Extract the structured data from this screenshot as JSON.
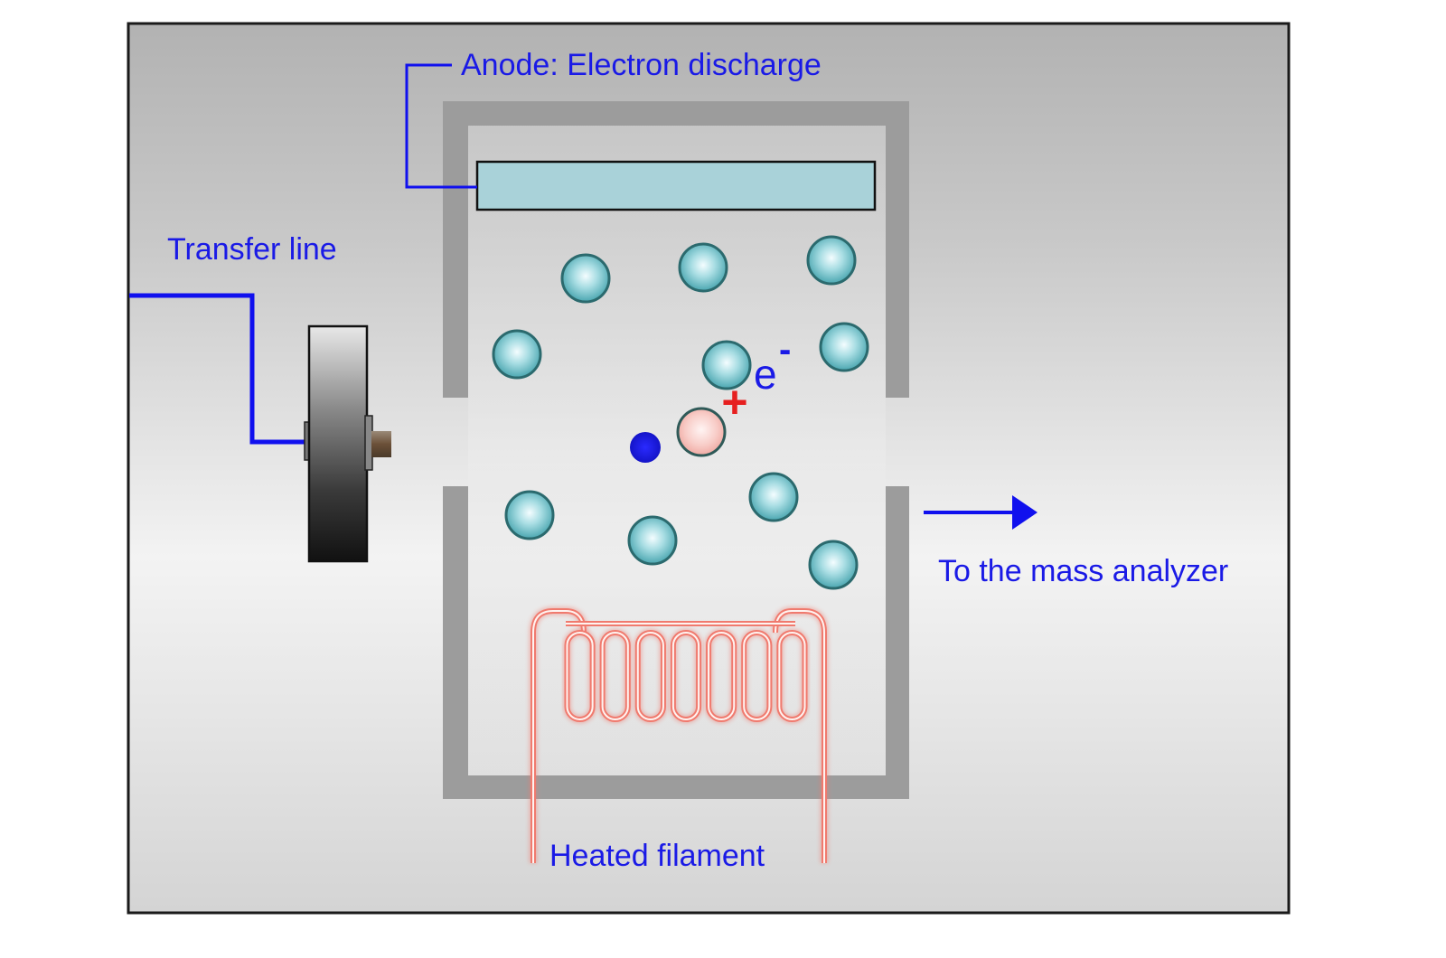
{
  "diagram": {
    "title": "Electron ionization source",
    "labels": {
      "anode": "Anode: Electron discharge",
      "transfer_line": "Transfer line",
      "mass_analyzer": "To the mass analyzer",
      "filament": "Heated filament",
      "electron_symbol": "e",
      "electron_charge": "-",
      "ion_charge": "+"
    },
    "colors": {
      "label_blue": "#1a1ae6",
      "line_blue": "#1010ee",
      "chamber_wall": "#9c9c9c",
      "anode_fill": "#a9d2d9",
      "molecule": "#5fb6bf",
      "ion": "#f7c4c0",
      "electron": "#1a1ae6",
      "filament": "#f07a6e",
      "charge_red": "#e62020"
    },
    "components": {
      "neutral_molecule_count": 10,
      "ion_count": 1,
      "electron_count": 1,
      "filament_coil_turns": 7
    }
  }
}
